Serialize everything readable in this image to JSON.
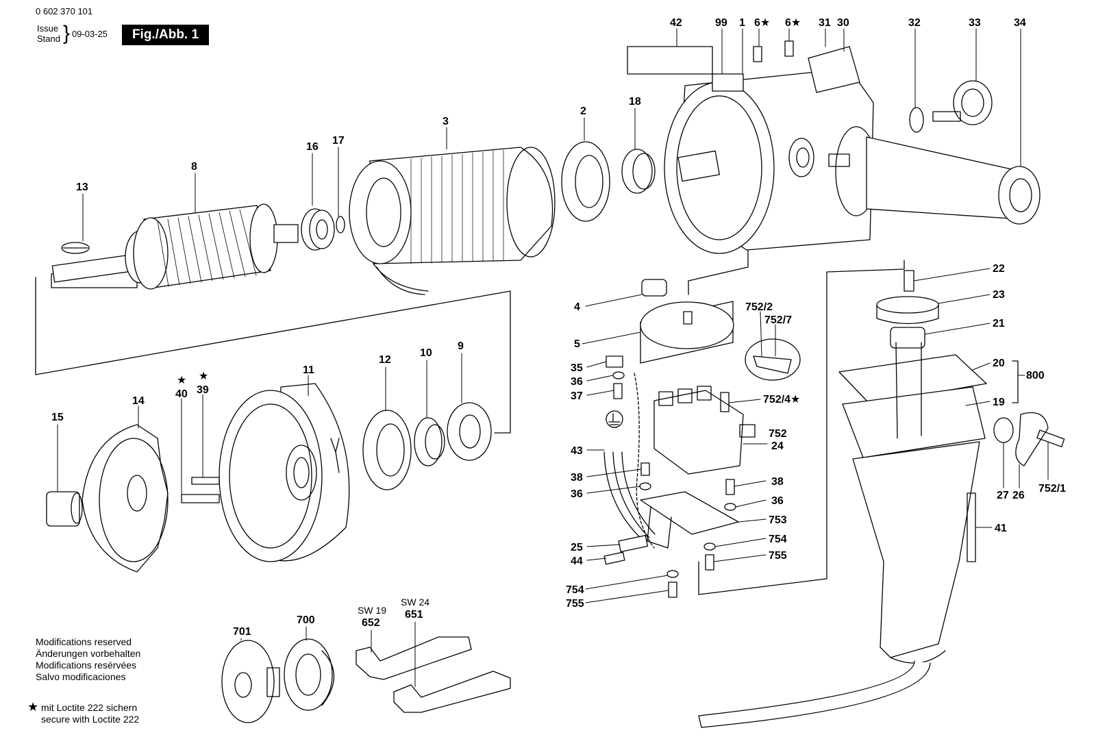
{
  "header": {
    "part_number": "0 602 370 101",
    "issue_en": "Issue",
    "issue_de": "Stand",
    "date": "09-03-25",
    "figure": "Fig./Abb. 1"
  },
  "labels": [
    "13",
    "8",
    "16",
    "17",
    "3",
    "2",
    "18",
    "42",
    "99",
    "1",
    "6★",
    "6★",
    "31",
    "30",
    "32",
    "33",
    "34",
    "15",
    "14",
    "★",
    "40",
    "★",
    "39",
    "11",
    "12",
    "10",
    "9",
    "4",
    "5",
    "752/2",
    "752/7",
    "35",
    "36",
    "37",
    "752/4★",
    "752",
    "24",
    "43",
    "38",
    "36",
    "38",
    "36",
    "753",
    "754",
    "755",
    "25",
    "44",
    "754",
    "755",
    "22",
    "23",
    "21",
    "20",
    "800",
    "19",
    "27",
    "26",
    "752/1",
    "41",
    "701",
    "700",
    "SW 19",
    "652",
    "SW 24",
    "651"
  ],
  "notes": [
    "Modifications reserved",
    "Änderungen vorbehalten",
    "Modifications resérvées",
    "Salvo modificaciones"
  ],
  "loctite": {
    "symbol": "★",
    "de": "mit Loctite 222 sichern",
    "en": "secure with Loctite 222"
  }
}
